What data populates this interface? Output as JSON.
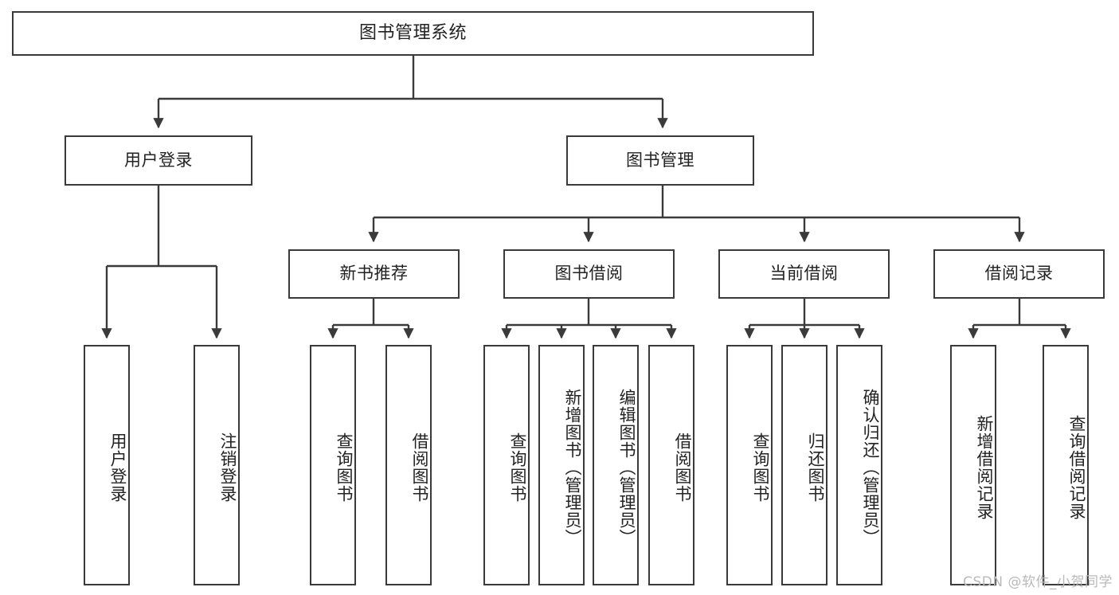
{
  "diagram": {
    "title": "图书管理系统",
    "type": "functional-structure-tree",
    "root": {
      "label": "图书管理系统"
    },
    "level2": [
      {
        "id": "user-login",
        "label": "用户登录"
      },
      {
        "id": "book-manage",
        "label": "图书管理"
      }
    ],
    "level3": [
      {
        "id": "new-book-recommend",
        "label": "新书推荐",
        "parent": "book-manage"
      },
      {
        "id": "book-borrow",
        "label": "图书借阅",
        "parent": "book-manage"
      },
      {
        "id": "current-borrow",
        "label": "当前借阅",
        "parent": "book-manage"
      },
      {
        "id": "borrow-record",
        "label": "借阅记录",
        "parent": "book-manage"
      }
    ],
    "leaves": [
      {
        "id": "leaf-user-login",
        "label": "用户登录",
        "parent": "user-login"
      },
      {
        "id": "leaf-user-logout",
        "label": "注销登录",
        "parent": "user-login"
      },
      {
        "id": "leaf-query-book-1",
        "label": "查询图书",
        "parent": "new-book-recommend"
      },
      {
        "id": "leaf-borrow-book-1",
        "label": "借阅图书",
        "parent": "new-book-recommend"
      },
      {
        "id": "leaf-query-book-2",
        "label": "查询图书",
        "parent": "book-borrow"
      },
      {
        "id": "leaf-add-book",
        "label": "新增图书（管理员）",
        "parent": "book-borrow"
      },
      {
        "id": "leaf-edit-book",
        "label": "编辑图书（管理员）",
        "parent": "book-borrow"
      },
      {
        "id": "leaf-borrow-book-2",
        "label": "借阅图书",
        "parent": "book-borrow"
      },
      {
        "id": "leaf-query-book-3",
        "label": "查询图书",
        "parent": "current-borrow"
      },
      {
        "id": "leaf-return-book",
        "label": "归还图书",
        "parent": "current-borrow"
      },
      {
        "id": "leaf-confirm-return",
        "label": "确认归还（管理员）",
        "parent": "current-borrow"
      },
      {
        "id": "leaf-add-record",
        "label": "新增借阅记录",
        "parent": "borrow-record"
      },
      {
        "id": "leaf-query-record",
        "label": "查询借阅记录",
        "parent": "borrow-record"
      }
    ]
  },
  "watermark": {
    "text": "CSDN @软件_小贺同学"
  },
  "colors": {
    "stroke": "#3a3a3a",
    "background": "#ffffff",
    "text": "#222222",
    "watermark": "#b9b9b9"
  }
}
